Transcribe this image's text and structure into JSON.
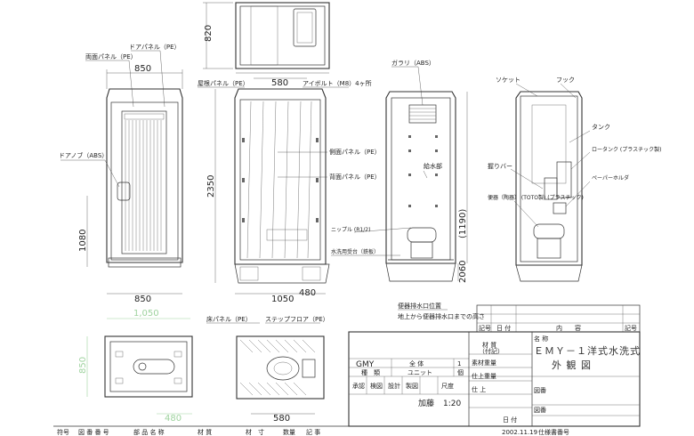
{
  "top_view": {
    "dim_width": "580",
    "dim_height": "820"
  },
  "front_view": {
    "dim_width_top": "850",
    "dim_width_bottom": "850",
    "dim_height": "1080",
    "label_side_panel": "両面パネル（PE）",
    "label_door_panel": "ドアパネル（PE）",
    "label_roof_panel": "屋根パネル（PE）",
    "label_door_knob": "ドアノブ（ABS）"
  },
  "side_view": {
    "dim_height": "2350",
    "dim_width_bottom": "1050",
    "dim_480": "480",
    "label_eyebolt": "アイボルト（M8）4ヶ所",
    "label_side_panel": "側面パネル（PE）",
    "label_back_panel": "背面パネル（PE）"
  },
  "back_section": {
    "dim_1190": "(1190)",
    "dim_2060": "2060",
    "label_glass": "ガラリ（ABS）",
    "label_water_supply": "給水部",
    "label_nipple": "ニップル\n(R1/2)",
    "label_water_tray": "水洗用受台（鉄板）"
  },
  "interior_view": {
    "label_socket": "ソケット",
    "label_hook": "フック",
    "label_tank": "タンク",
    "label_low_tank": "ロータンク\n(プラスチック製)",
    "label_handrail": "握りバー",
    "label_paper_holder": "ペーパーホルダ",
    "label_toilet": "便器（陶器）\n(TOTO製)\n(プラスチック)"
  },
  "plan_view": {
    "dim_top": "1,050",
    "dim_side": "850",
    "dim_bottom": "480"
  },
  "floor_view": {
    "dim_bottom": "580",
    "label_floor_panel": "床パネル（PE）",
    "label_step_floor": "ステップフロア（PE）"
  },
  "note": {
    "title": "便器排水口位置",
    "text": "地上から便器排水口までの高さ"
  },
  "title_block": {
    "col_symbol": "記号",
    "col_date": "日 付",
    "col_content": "内　　容",
    "col_sign": "記号",
    "name_label": "名 称",
    "product_name": "ＥＭＹ－１洋式水洗式",
    "drawing_type": "外 観 図",
    "model": "GMY",
    "quantity_label": "全 体",
    "quantity": "1",
    "kind_label": "種　類",
    "unit_label": "ユニット",
    "unit_value": "個",
    "material_label": "材 質",
    "material_sub": "（付記）",
    "material_weight": "素材重量",
    "finish_weight": "仕上重量",
    "finish": "仕 上",
    "approve": "承認",
    "check": "検図",
    "design": "設計",
    "draft": "製図",
    "scale_label": "尺度",
    "scale": "1:20",
    "processing": "加藤",
    "drawing_no": "図番",
    "drawing_label": "図番",
    "date_label": "日 付",
    "date": "2002.11.19",
    "registry": "仕様書番号",
    "bom_no": "符号",
    "bom_part_no": "図 番 番 号",
    "bom_part_name": "部 品 名 称",
    "bom_material": "材 質",
    "bom_size": "材　寸",
    "bom_qty": "数量",
    "bom_note": "記 事"
  }
}
